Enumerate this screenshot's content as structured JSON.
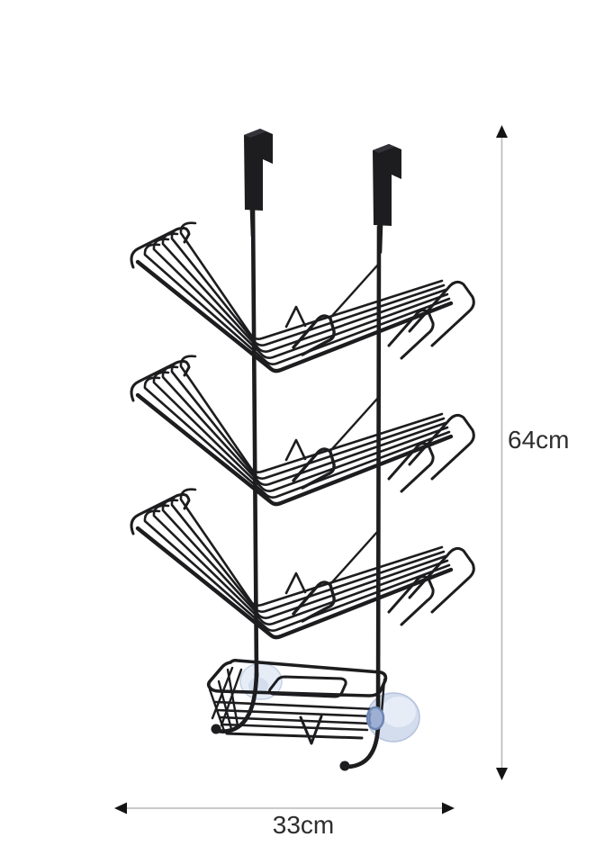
{
  "diagram": {
    "subject": "over-door three-tier wire rack with bottom basket",
    "height_label": "64cm",
    "width_label": "33cm",
    "colors": {
      "background": "#ffffff",
      "rack": "#1d1d1f",
      "dimension_line": "#b8b8b8",
      "arrowhead": "#141414",
      "label_text": "#2e2e2e",
      "suction_fill": "#d3ddee",
      "suction_shade": "#e7edf7",
      "suction_neck": "#9db0d4",
      "suction_stroke": "#6e86b4"
    }
  }
}
